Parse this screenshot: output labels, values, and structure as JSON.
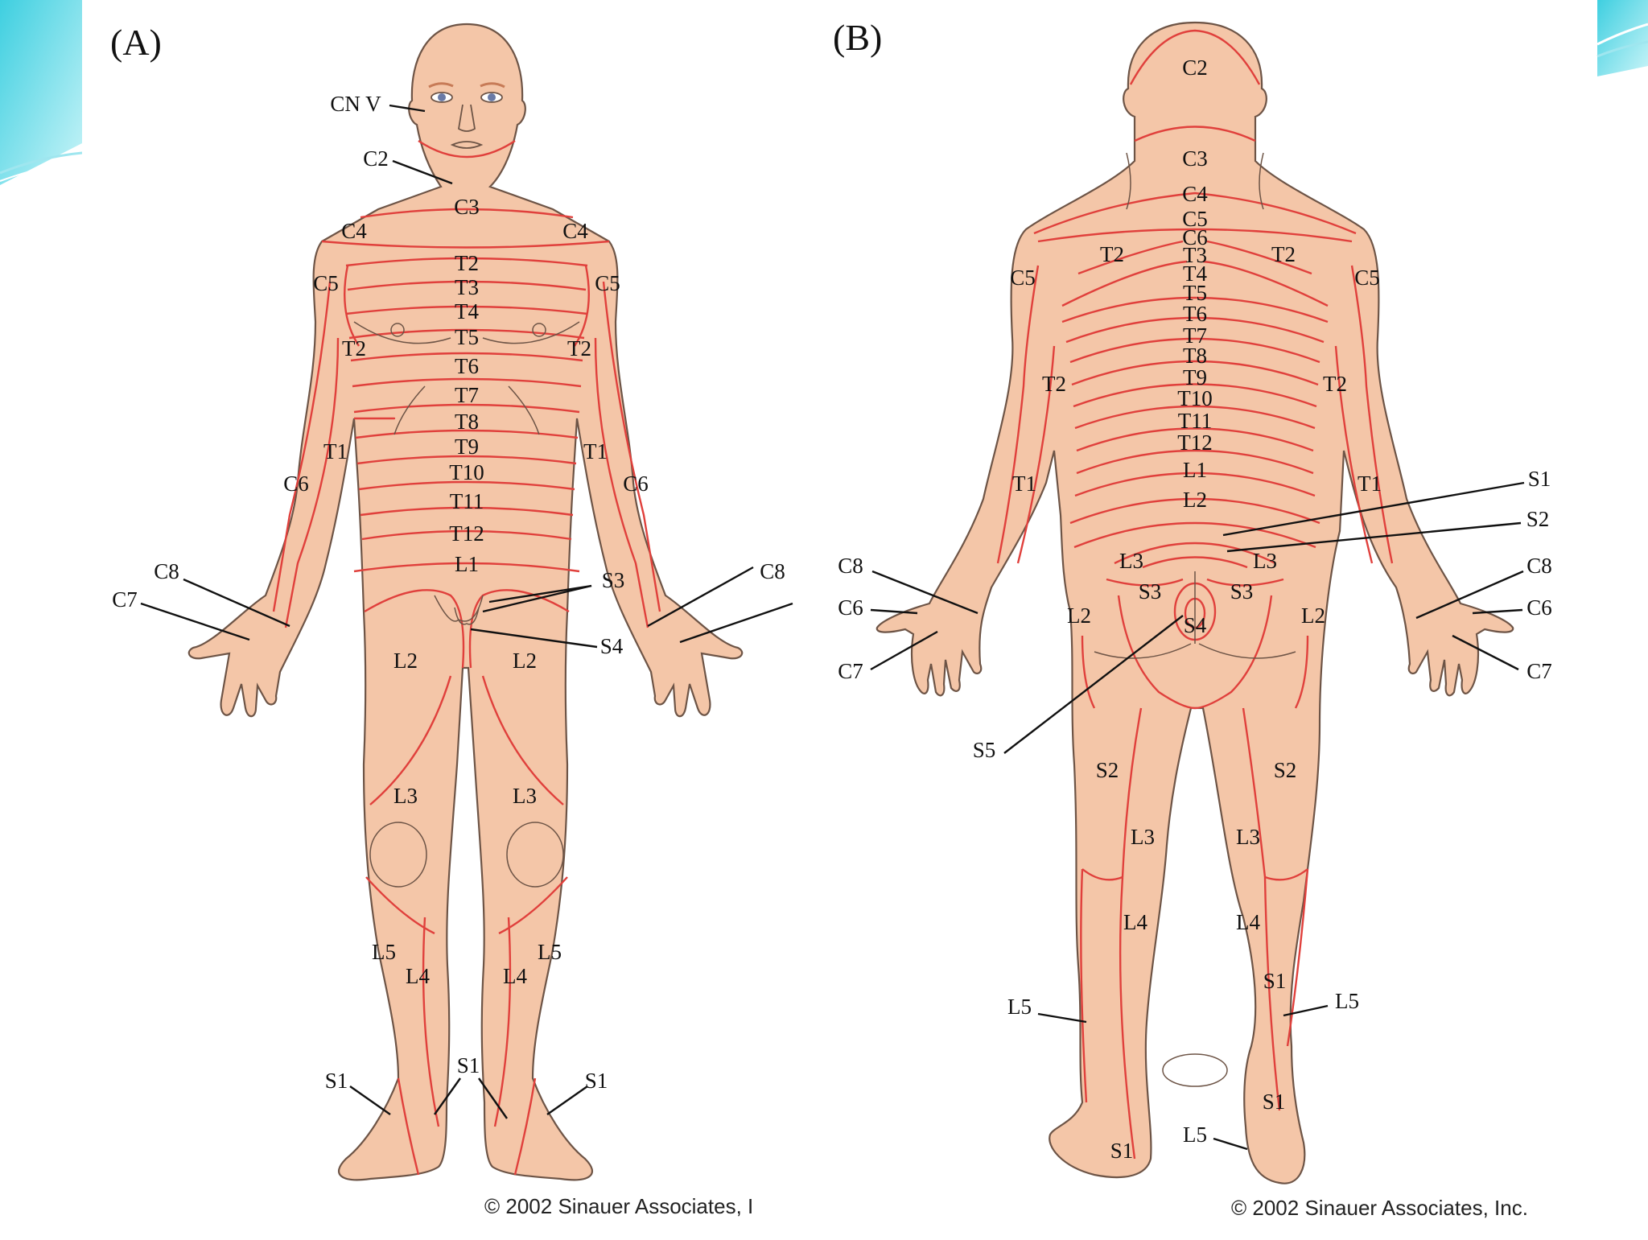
{
  "panels": {
    "front_label": "(A)",
    "back_label": "(B)"
  },
  "front_labels": [
    "CN V",
    "C2",
    "C3",
    "C4",
    "C4",
    "C5",
    "C5",
    "T2",
    "T3",
    "T4",
    "T5",
    "T6",
    "T7",
    "T8",
    "T9",
    "T10",
    "T11",
    "T12",
    "T2",
    "T2",
    "T1",
    "T1",
    "C6",
    "C6",
    "L1",
    "C8",
    "C7",
    "C8",
    "S3",
    "S4",
    "L2",
    "L2",
    "L3",
    "L3",
    "L5",
    "L4",
    "L4",
    "L5",
    "S1",
    "S1",
    "S1"
  ],
  "back_labels": [
    "C2",
    "C3",
    "C4",
    "C5",
    "C6",
    "T2",
    "T2",
    "T3",
    "T4",
    "T5",
    "T6",
    "T7",
    "T8",
    "T9",
    "T10",
    "T11",
    "T12",
    "L1",
    "L2",
    "C5",
    "C5",
    "T2",
    "T2",
    "T1",
    "T1",
    "S1",
    "S2",
    "C8",
    "C6",
    "C7",
    "L3",
    "L3",
    "S3",
    "S3",
    "L2",
    "L2",
    "S4",
    "C8",
    "C6",
    "C7",
    "S5",
    "S2",
    "S2",
    "L3",
    "L3",
    "L4",
    "L4",
    "S1",
    "L5",
    "L5",
    "S1",
    "S1",
    "L5"
  ],
  "copyright": {
    "front": "© 2002 Sinauer Associates, I",
    "back": "© 2002 Sinauer Associates, Inc."
  },
  "colors": {
    "skin": "#f4c6a8",
    "dermatome_line": "#e0403c",
    "outline": "#6d5446",
    "slide_accent": "#5fd3e0"
  }
}
